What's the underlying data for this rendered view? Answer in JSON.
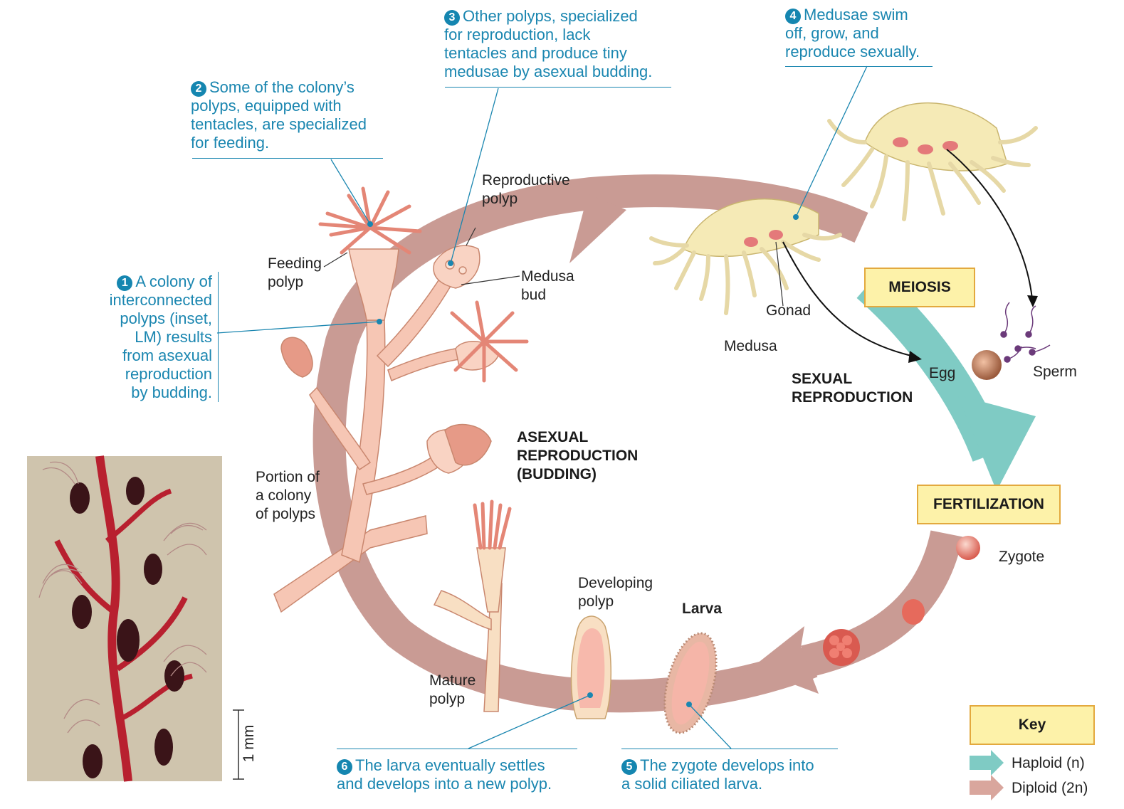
{
  "callouts": {
    "c1": {
      "num": "1",
      "text": "A colony of\ninterconnected\npolyps (inset,\nLM) results\nfrom asexual\nreproduction\nby budding."
    },
    "c2": {
      "num": "2",
      "text": "Some of the colony’s\npolyps, equipped with\ntentacles, are specialized\nfor feeding."
    },
    "c3": {
      "num": "3",
      "text": "Other polyps, specialized\nfor reproduction, lack\ntentacles and produce tiny\nmedusae by asexual budding."
    },
    "c4": {
      "num": "4",
      "text": "Medusae swim\noff, grow, and\nreproduce sexually."
    },
    "c5": {
      "num": "5",
      "text": "The zygote develops into\na solid ciliated larva."
    },
    "c6": {
      "num": "6",
      "text": "The larva eventually settles\nand develops into a new polyp."
    }
  },
  "labels": {
    "feeding_polyp": "Feeding\npolyp",
    "reproductive_polyp": "Reproductive\npolyp",
    "medusa_bud": "Medusa\nbud",
    "portion_colony": "Portion of\na colony\nof polyps",
    "gonad": "Gonad",
    "medusa": "Medusa",
    "egg": "Egg",
    "sperm": "Sperm",
    "zygote": "Zygote",
    "developing_polyp": "Developing\npolyp",
    "larva": "Larva",
    "mature_polyp": "Mature\npolyp",
    "scale_bar": "1 mm"
  },
  "headings": {
    "asexual": "ASEXUAL\nREPRODUCTION\n(BUDDING)",
    "sexual": "SEXUAL\nREPRODUCTION"
  },
  "boxes": {
    "meiosis": "MEIOSIS",
    "fertilization": "FERTILIZATION"
  },
  "key": {
    "title": "Key",
    "haploid": "Haploid (n)",
    "diploid": "Diploid (2n)",
    "haploid_color": "#7fcbc4",
    "diploid_color": "#d9a69d"
  },
  "colors": {
    "callout_blue": "#1a86b0",
    "cycle_arrow": "#c99b94",
    "polyp_fill": "#f6c6b4",
    "box_fill": "#fdf2a9",
    "box_border": "#e3a93e"
  }
}
